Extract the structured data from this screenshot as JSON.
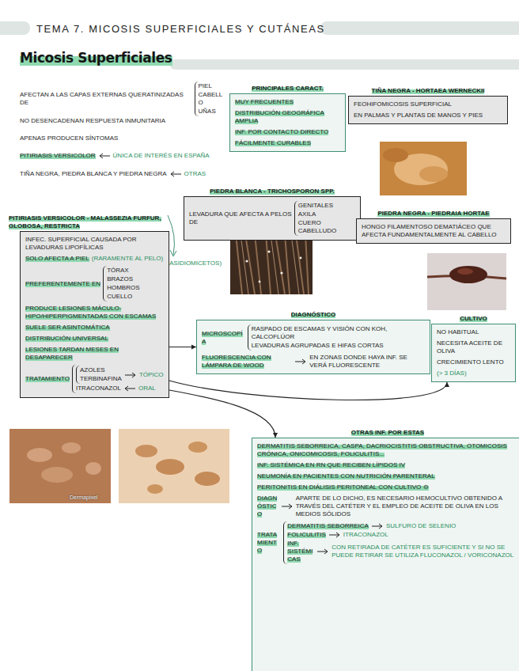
{
  "diagram": {
    "title": "TEMA 7. MICOSIS SUPERFICIALES Y CUTÁNEAS",
    "nodes": [
      {
        "text": [
          "PRINCIPALES CARACT.",
          "MUY FRECUENTES",
          "DISTRIBUCIÓN GEOGRÁFICA AMPLIA",
          "INF. POR CONTACTO DIRECTO",
          "FÁCILMENTE CURABLES"
        ]
      },
      {
        "text": [
          "TIÑA NEGRA - HORTAEA WERNECKII",
          "FEOHIFOMICOSIS SUPERFICIAL",
          "EN PALMAS Y PLANTAS DE MANOS Y PIES"
        ]
      },
      {
        "text": [
          "PIEDRA BLANCA - TRICHOSPORON SPP.",
          "LEVADURA QUE AFECTA A PELOS DE",
          "GENITALES",
          "AXILA",
          "CUERO CABELLUDO"
        ]
      },
      {
        "text": [
          "PITIRIASIS VERSICOLOR - MALASSEZIA FURFUR, GLOBOSA, RESTRICTA",
          "INFEC. SUPERFICIAL CAUSADA POR LEVADURAS LIPOFÍLICAS",
          "SOLO AFECTA A PIEL",
          "(RARAMENTE AL PELO)",
          "PREFERENTEMENTE EN",
          "TÓRAX",
          "BRAZOS",
          "HOMBROS",
          "CUELLO",
          "PRODUCE LESIONES MÁCULO-HIPO/HIPERPIGMENTADAS CON ESCAMAS",
          "SUELE SER ASINTOMÁTICA",
          "DISTRIBUCIÓN UNIVERSAL",
          "LESIONES TARDAN MESES EN DESAPARECER",
          "TRATAMIENTO",
          "AZOLES",
          "TERBINAFINA",
          "TÓPICO",
          "ITRACONAZOL",
          "ORAL"
        ]
      },
      {
        "text": [
          "PIEDRA NEGRA - PIEDRAIA HORTAE",
          "HONGO FILAMENTOSO DEMATIÁCEO QUE AFECTA FUNDAMENTALMENTE AL CABELLO"
        ]
      },
      {
        "text": [
          "DIAGNÓSTICO",
          "MICROSCOPÍA",
          "RASPADO DE ESCAMAS Y VISIÓN CON KOH, CALCOFLÚOR",
          "LEVADURAS AGRUPADAS E HIFAS CORTAS",
          "FLUORESCENCIA CON LÁMPARA DE WOOD",
          "EN ZONAS DONDE HAYA INF. SE VERÁ FLUORESCENTE"
        ]
      },
      {
        "text": [
          "CULTIVO",
          "NO HABITUAL",
          "NECESITA ACEITE DE OLIVA",
          "CRECIMIENTO LENTO",
          "(> 3 DÍAS)"
        ]
      },
      {
        "text": [
          "OTRAS INF. POR ESTAS",
          "DERMATITIS SEBORREICA, CASPA, DACRIOCISTITIS OBSTRUCTIVA, OTOMICOSIS CRÓNICA, ONICOMICOSIS, FOLICULITIS...",
          "INF. SISTÉMICA EN RN QUE RECIBEN LÍPIDOS IV",
          "NEUMONÍA EN PACIENTES CON NUTRICIÓN PARENTERAL",
          "PERITONITIS EN DIÁLISIS PERITONEAL CON CULTIVO ⊖",
          "DIAGNÓSTICO",
          "APARTE DE LO DICHO, ES NECESARIO HEMOCULTIVO OBTENIDO A TRAVÉS DEL CATÉTER Y EL EMPLEO DE ACEITE DE OLIVA EN LOS MEDIOS SÓLIDOS",
          "TRATAMIENTO",
          "DERMATITIS SEBORREICA",
          "SULFURO DE SELENIO",
          "FOLICULITIS",
          "ITRACONAZOL",
          "INF. SISTÉMICAS",
          "CON RETIRADA DE CATÉTER ES SUFICIENTE Y SI NO SE PUEDE RETIRAR SE UTILIZA FLUCONAZOL / VORICONAZOL"
        ]
      }
    ],
    "edges": [
      {
        "from": 3,
        "to": 5,
        "arrow": "to"
      },
      {
        "from": 3,
        "to": 6,
        "arrow": "to"
      },
      {
        "from": 3,
        "to": 7,
        "arrow": "to"
      }
    ],
    "labels": [
      "Micosis Superficiales",
      "AFECTAN A LAS CAPAS EXTERNAS QUERATINIZADAS DE",
      "PIEL",
      "CABELLO",
      "UÑAS",
      "NO DESENCADENAN RESPUESTA INMUNITARIA",
      "APENAS PRODUCEN SÍNTOMAS",
      "PITIRIASIS VERSICOLOR",
      "ÚNICA DE INTERÉS EN ESPAÑA",
      "TIÑA NEGRA, PIEDRA BLANCA Y PIEDRA NEGRA",
      "OTRAS",
      "(BASIDIOMICETOS)",
      "Dermapixel"
    ]
  }
}
